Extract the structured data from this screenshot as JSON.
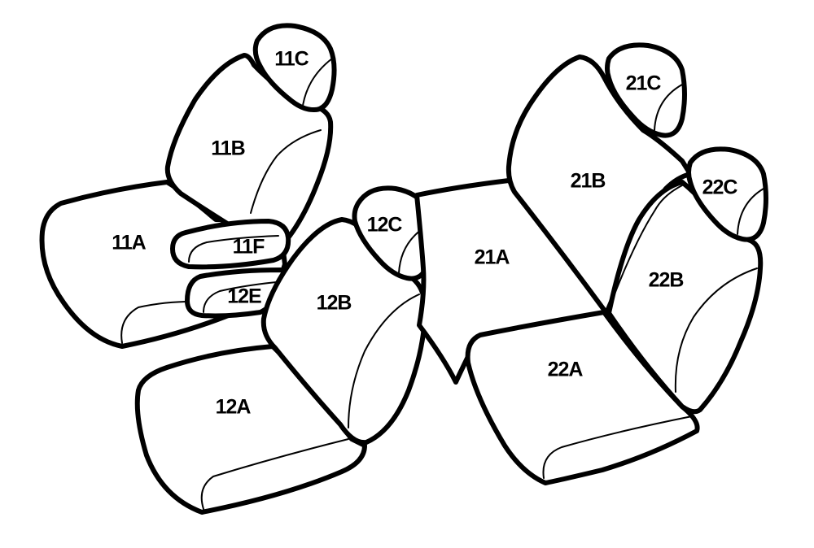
{
  "colors": {
    "outline": "#000000",
    "fill": "#ffffff"
  },
  "seats": {
    "front_left": {
      "cushion": "11A",
      "backrest": "11B",
      "headrest": "11C",
      "armrest_upper": "11F",
      "armrest_lower": "12E"
    },
    "front_right": {
      "cushion": "12A",
      "backrest": "12B",
      "headrest": "12C"
    },
    "rear_left": {
      "cushion": "21A",
      "backrest": "21B",
      "headrest": "21C"
    },
    "rear_right": {
      "cushion": "22A",
      "backrest": "22B",
      "headrest": "22C"
    }
  }
}
